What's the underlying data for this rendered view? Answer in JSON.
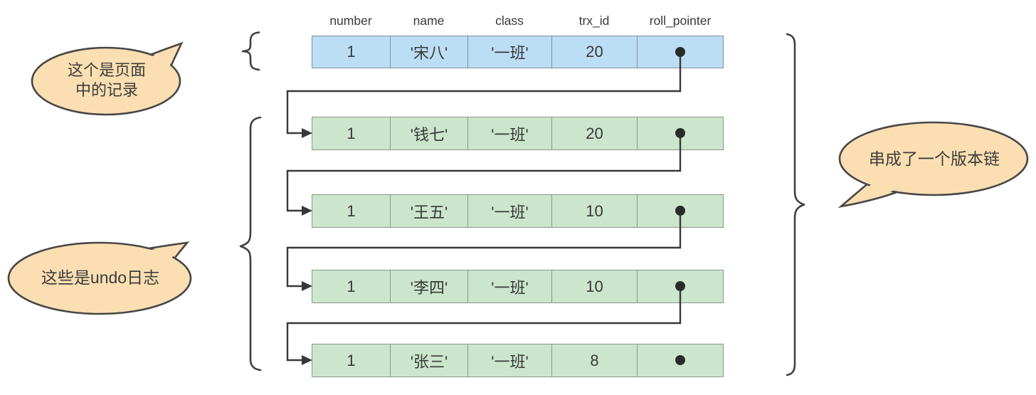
{
  "columns": [
    "number",
    "name",
    "class",
    "trx_id",
    "roll_pointer"
  ],
  "page_record": {
    "number": "1",
    "name": "'宋八'",
    "class": "'一班'",
    "trx_id": "20"
  },
  "undo_logs": [
    {
      "number": "1",
      "name": "'钱七'",
      "class": "'一班'",
      "trx_id": "20"
    },
    {
      "number": "1",
      "name": "'王五'",
      "class": "'一班'",
      "trx_id": "10"
    },
    {
      "number": "1",
      "name": "'李四'",
      "class": "'一班'",
      "trx_id": "10"
    },
    {
      "number": "1",
      "name": "'张三'",
      "class": "'一班'",
      "trx_id": "8"
    }
  ],
  "callouts": {
    "page_record_line1": "这个是页面",
    "page_record_line2": "中的记录",
    "undo_logs": "这些是undo日志",
    "version_chain": "串成了一个版本链"
  },
  "colors": {
    "page_record_fill": "#bcdef5",
    "undo_log_fill": "#cbe6cc",
    "callout_fill": "#fbdfb2",
    "callout_stroke": "#474747",
    "line": "#383838",
    "border": "#87978a"
  }
}
